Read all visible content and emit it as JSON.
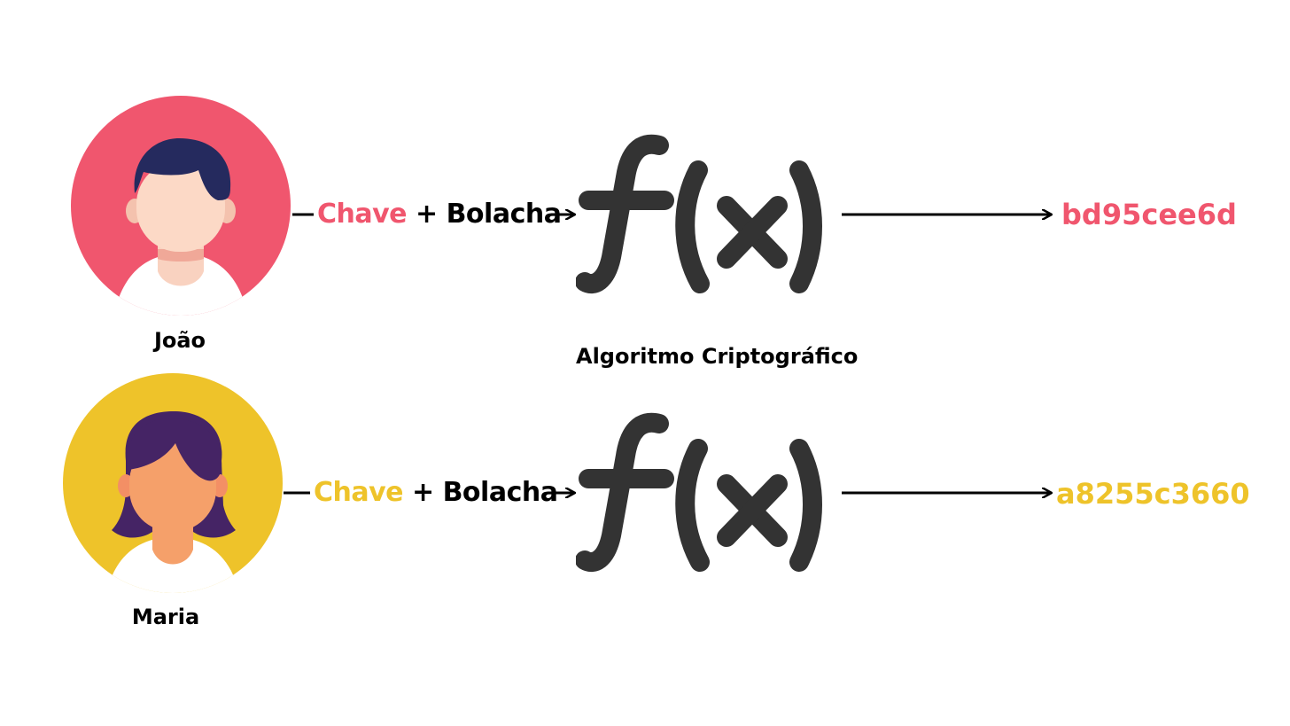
{
  "colors": {
    "joao_accent": "#F0566E",
    "maria_accent": "#EEC32A",
    "fx_gray": "#333333",
    "text": "#000000"
  },
  "rows": [
    {
      "person": "João",
      "avatar_icon": "man-avatar-icon",
      "key_label": "Chave",
      "plus_label": "+ Bolacha",
      "hash": "bd95cee6d"
    },
    {
      "person": "Maria",
      "avatar_icon": "woman-avatar-icon",
      "key_label": "Chave",
      "plus_label": "+ Bolacha",
      "hash": "a8255c3660"
    }
  ],
  "function_icon": "fx-function-icon",
  "algorithm_label": "Algoritmo Criptográfico"
}
